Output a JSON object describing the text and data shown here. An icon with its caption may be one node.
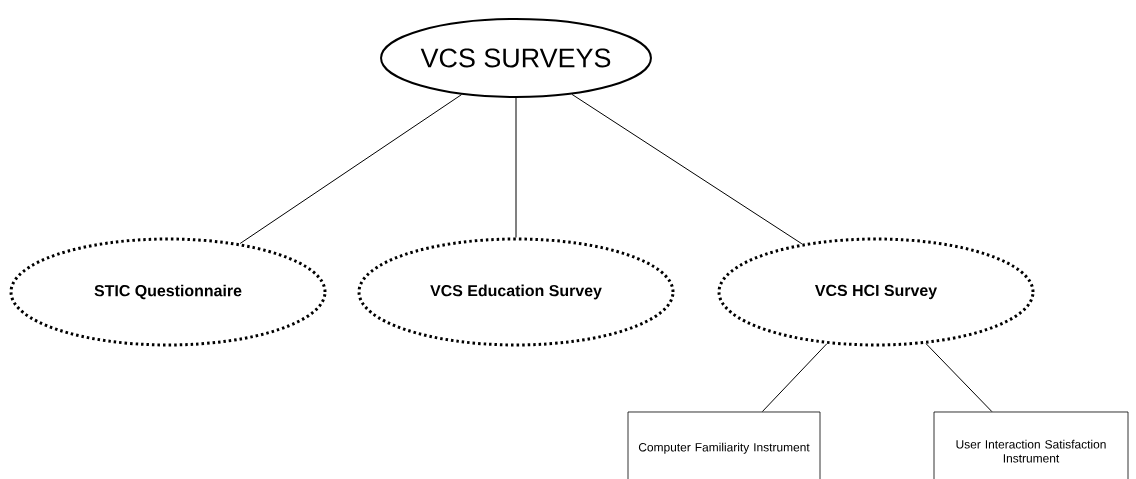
{
  "diagram": {
    "nodes": [
      {
        "text": [
          "VCS SURVEYS"
        ]
      },
      {
        "text": [
          "STIC Questionnaire"
        ]
      },
      {
        "text": [
          "VCS Education Survey"
        ]
      },
      {
        "text": [
          "VCS HCI Survey"
        ]
      },
      {
        "text": [
          "Computer Familiarity Instrument"
        ]
      },
      {
        "text": [
          "User Interaction Satisfaction Instrument"
        ]
      }
    ],
    "edges": [
      {
        "from": 0,
        "to": 1,
        "arrow": "none"
      },
      {
        "from": 0,
        "to": 2,
        "arrow": "none"
      },
      {
        "from": 0,
        "to": 3,
        "arrow": "none"
      },
      {
        "from": 3,
        "to": 4,
        "arrow": "none"
      },
      {
        "from": 3,
        "to": 5,
        "arrow": "none"
      }
    ]
  }
}
